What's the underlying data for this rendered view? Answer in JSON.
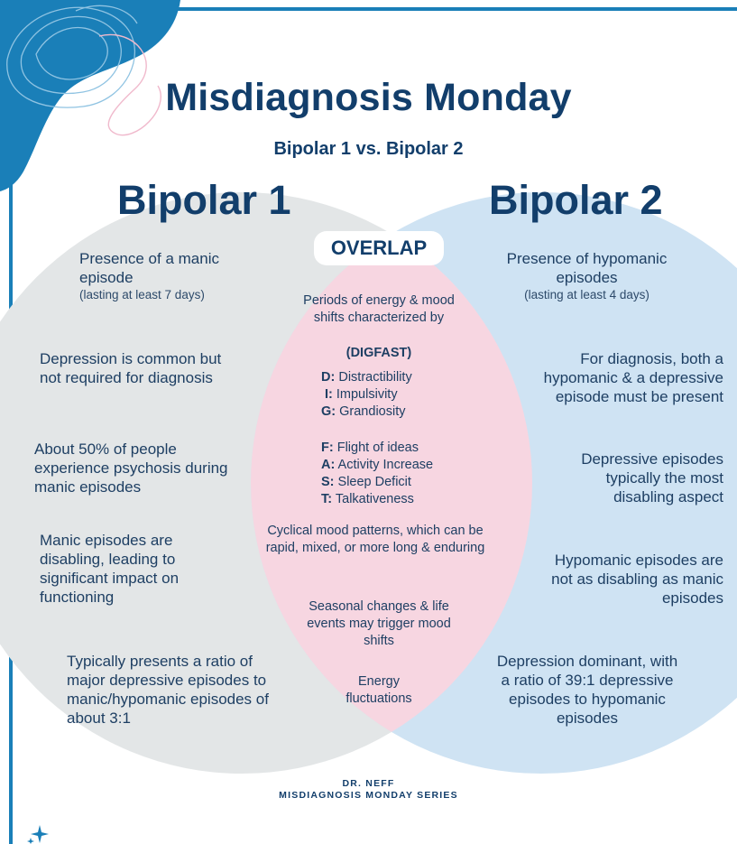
{
  "title": "Misdiagnosis Monday",
  "subtitle": "Bipolar 1 vs. Bipolar 2",
  "left_heading": "Bipolar 1",
  "right_heading": "Bipolar 2",
  "overlap_label": "OVERLAP",
  "left_items": [
    {
      "text": "Presence of a manic episode",
      "note": "(lasting at least 7 days)"
    },
    {
      "text": "Depression is common but not required for diagnosis"
    },
    {
      "text": "About 50% of people experience psychosis during manic episodes"
    },
    {
      "text": "Manic episodes are disabling, leading to significant impact on functioning"
    },
    {
      "text": "Typically presents a ratio of major depressive episodes to manic/hypomanic episodes of about 3:1"
    }
  ],
  "right_items": [
    {
      "text": "Presence of hypomanic episodes",
      "note": "(lasting at least 4 days)"
    },
    {
      "text": "For diagnosis, both a hypomanic & a depressive episode must be present"
    },
    {
      "text": "Depressive episodes typically the most disabling aspect"
    },
    {
      "text": "Hypomanic episodes are not as disabling as manic episodes"
    },
    {
      "text": "Depression dominant, with a ratio of 39:1 depressive episodes to hypomanic episodes"
    }
  ],
  "overlap_intro": "Periods of energy & mood shifts characterized by",
  "overlap_acronym": "(DIGFAST)",
  "digfast": [
    {
      "letter": "D:",
      "word": "Distractibility"
    },
    {
      "letter": "I:",
      "word": "Impulsivity"
    },
    {
      "letter": "G:",
      "word": "Grandiosity"
    },
    {
      "letter": "F:",
      "word": "Flight of ideas"
    },
    {
      "letter": "A:",
      "word": "Activity Increase"
    },
    {
      "letter": "S:",
      "word": "Sleep Deficit"
    },
    {
      "letter": "T:",
      "word": "Talkativeness"
    }
  ],
  "overlap_items": [
    "Cyclical mood patterns, which can be rapid, mixed, or more long & enduring",
    "Seasonal changes & life events may trigger mood shifts",
    "Energy fluctuations"
  ],
  "footer": {
    "line1": "DR. NEFF",
    "line2": "MISDIAGNOSIS MONDAY SERIES"
  },
  "colors": {
    "navy": "#123e6b",
    "accent_blue": "#1a7fb8",
    "left_circle": "#e3e6e7",
    "right_circle": "#cfe3f3",
    "overlap": "#f7d6e1",
    "line_pink": "#f0b9cc"
  }
}
